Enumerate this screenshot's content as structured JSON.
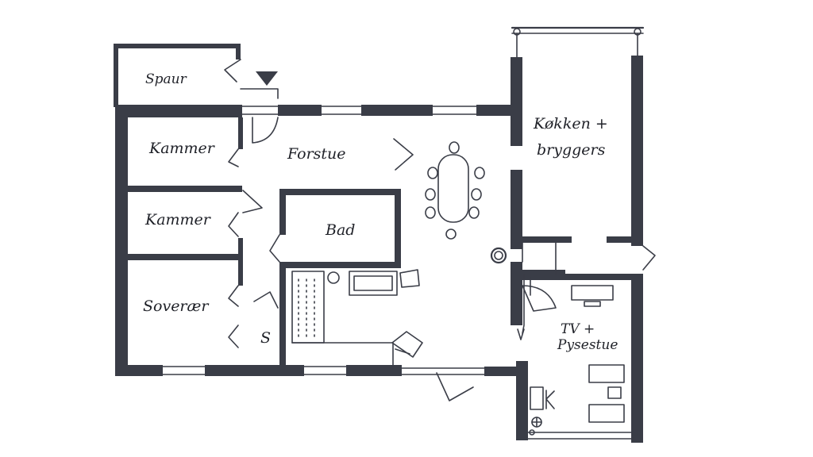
{
  "rooms": {
    "spaur": "Spaur",
    "kammer_top": "Kammer",
    "kammer_bottom": "Kammer",
    "forstue": "Forstue",
    "bad": "Bad",
    "soverum": "Soverær",
    "kokken_line1": "Køkken +",
    "kokken_line2": "bryggers",
    "tv_line1": "TV +",
    "tv_line2": "Pysestue",
    "s_mark": "S"
  },
  "colors": {
    "wall": "#3a3d47",
    "background": "#ffffff"
  }
}
